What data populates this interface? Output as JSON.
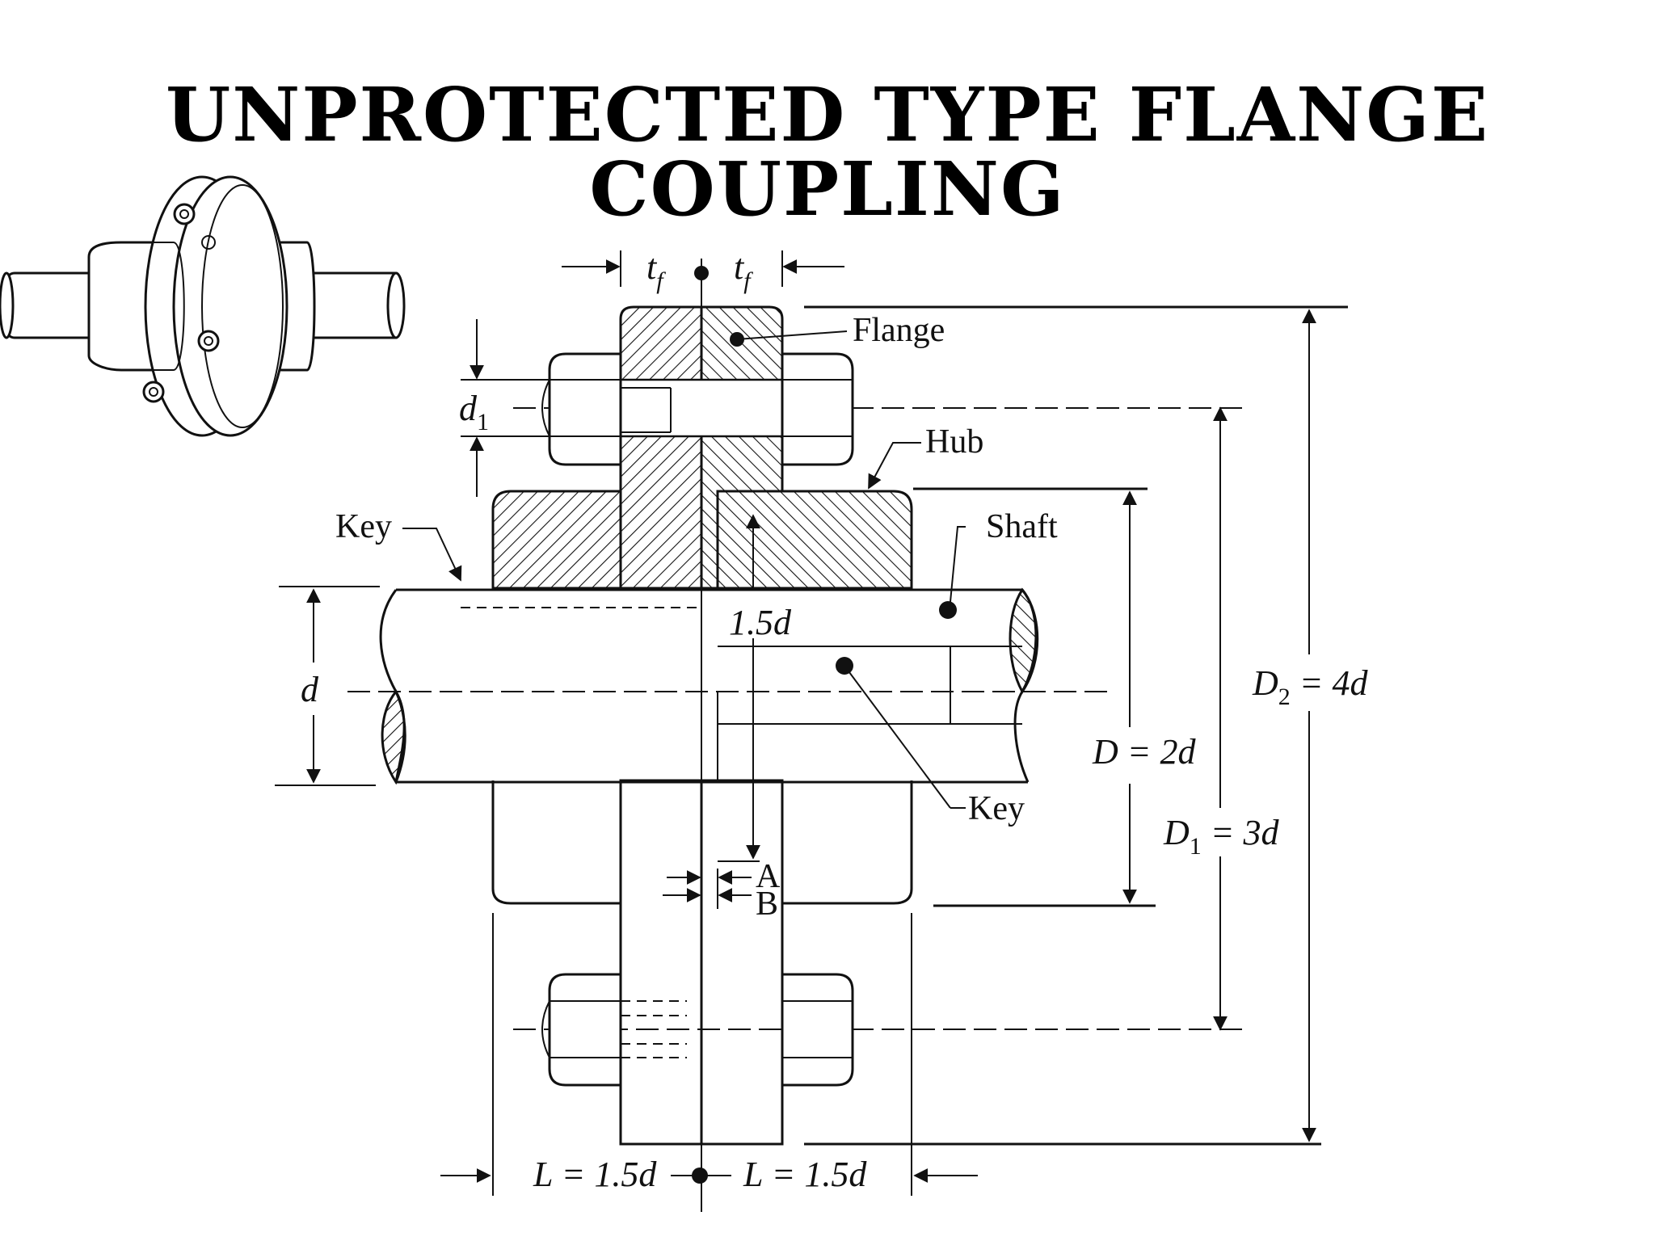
{
  "title": "UNPROTECTED TYPE FLANGE COUPLING",
  "labels": {
    "flange": "Flange",
    "hub": "Hub",
    "shaft": "Shaft",
    "key_top": "Key",
    "key_bottom": "Key",
    "tf_left": "t",
    "tf_right": "t",
    "tf_sub": "f",
    "d1": "d",
    "d1_sub": "1",
    "d": "d",
    "hub_depth": "1.5d",
    "D": "D = 2d",
    "D1": "D",
    "D1_sub": "1",
    "D1_rest": " = 3d",
    "D2": "D",
    "D2_sub": "2",
    "D2_rest": " = 4d",
    "A": "A",
    "B": "B",
    "L_left": "L = 1.5d",
    "L_right": "L = 1.5d"
  }
}
